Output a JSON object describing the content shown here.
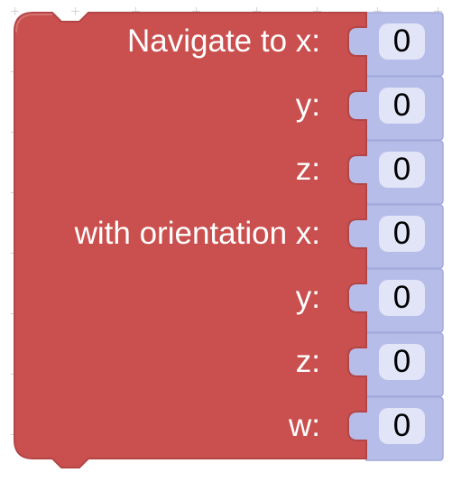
{
  "block": {
    "type": "navigate",
    "rows": [
      {
        "label": "Navigate to x:",
        "value": "0"
      },
      {
        "label": "y:",
        "value": "0"
      },
      {
        "label": "z:",
        "value": "0"
      },
      {
        "label": "with orientation x:",
        "value": "0"
      },
      {
        "label": "y:",
        "value": "0"
      },
      {
        "label": "z:",
        "value": "0"
      },
      {
        "label": "w:",
        "value": "0"
      }
    ]
  },
  "colors": {
    "block_fill": "#c9504f",
    "block_shadow": "#b44546",
    "block_highlight": "#d67370",
    "number_fill": "#b6bde9",
    "number_border": "#a3abdc",
    "field_fill": "#e2e4f7",
    "label_text": "#ffffff",
    "grid": "#d3d3d3"
  },
  "icons": {
    "grid": "plus-cross"
  }
}
